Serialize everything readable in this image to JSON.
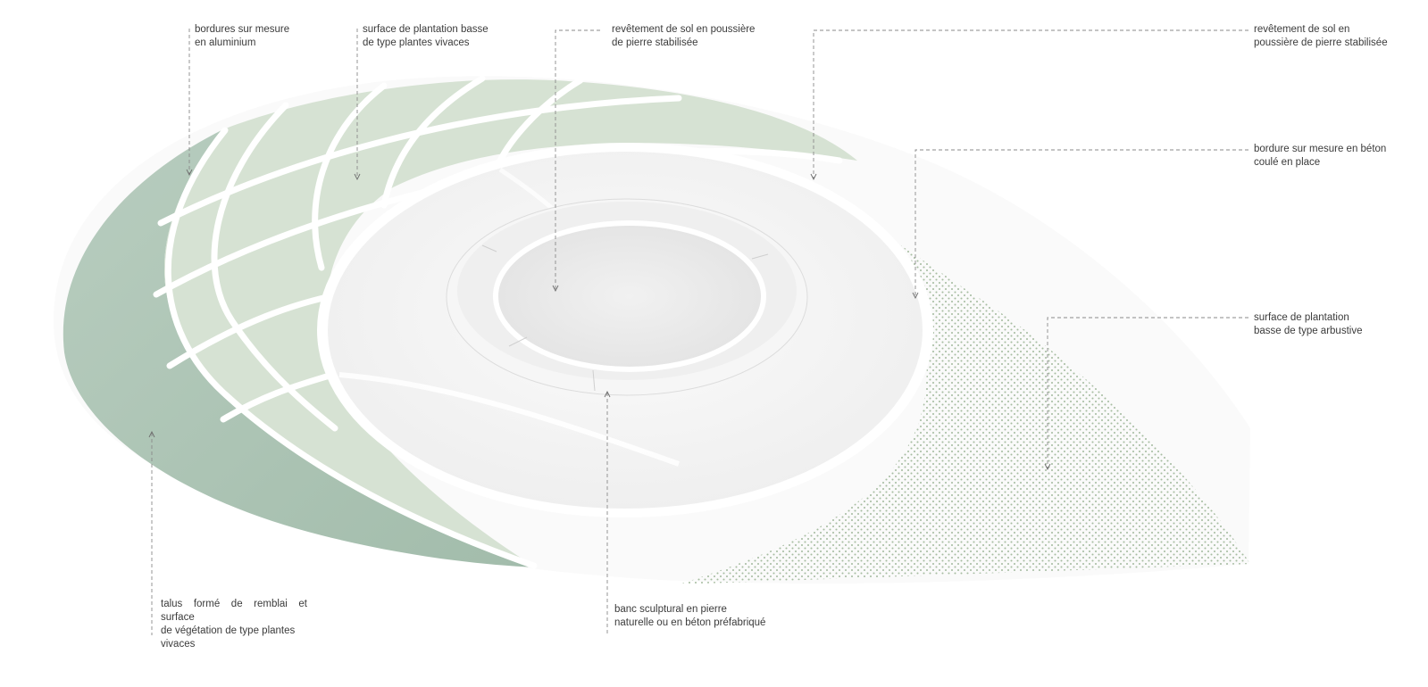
{
  "colors": {
    "background": "#ffffff",
    "talus_green": "#abc4b5",
    "perennial_green": "#d6e2d3",
    "shrub_dots": "#9db596",
    "stone_path": "#f3f3f3",
    "bench": "#f6f6f6",
    "leader_line": "#8a8a8a",
    "label_text": "#3b3b3b"
  },
  "annotations": [
    {
      "id": "aluminium-edging",
      "text": "bordures sur mesure\nen aluminium"
    },
    {
      "id": "perennial-planting",
      "text": "surface de plantation basse\nde type plantes vivaces"
    },
    {
      "id": "stone-dust-center",
      "text": "revêtement de sol en poussière\nde pierre stabilisée"
    },
    {
      "id": "stone-dust-outer",
      "text": "revêtement de sol en\npoussière de pierre stabilisée"
    },
    {
      "id": "concrete-edging",
      "text": "bordure sur  mesure en béton\ncoulé en place"
    },
    {
      "id": "shrub-planting",
      "text": "surface de plantation\nbasse de type arbustive"
    },
    {
      "id": "embankment",
      "text": "talus formé de remblai et surface\nde végétation de type plantes\nvivaces"
    },
    {
      "id": "sculptural-bench",
      "text": "banc sculptural en pierre\nnaturelle ou en béton préfabriqué"
    }
  ]
}
